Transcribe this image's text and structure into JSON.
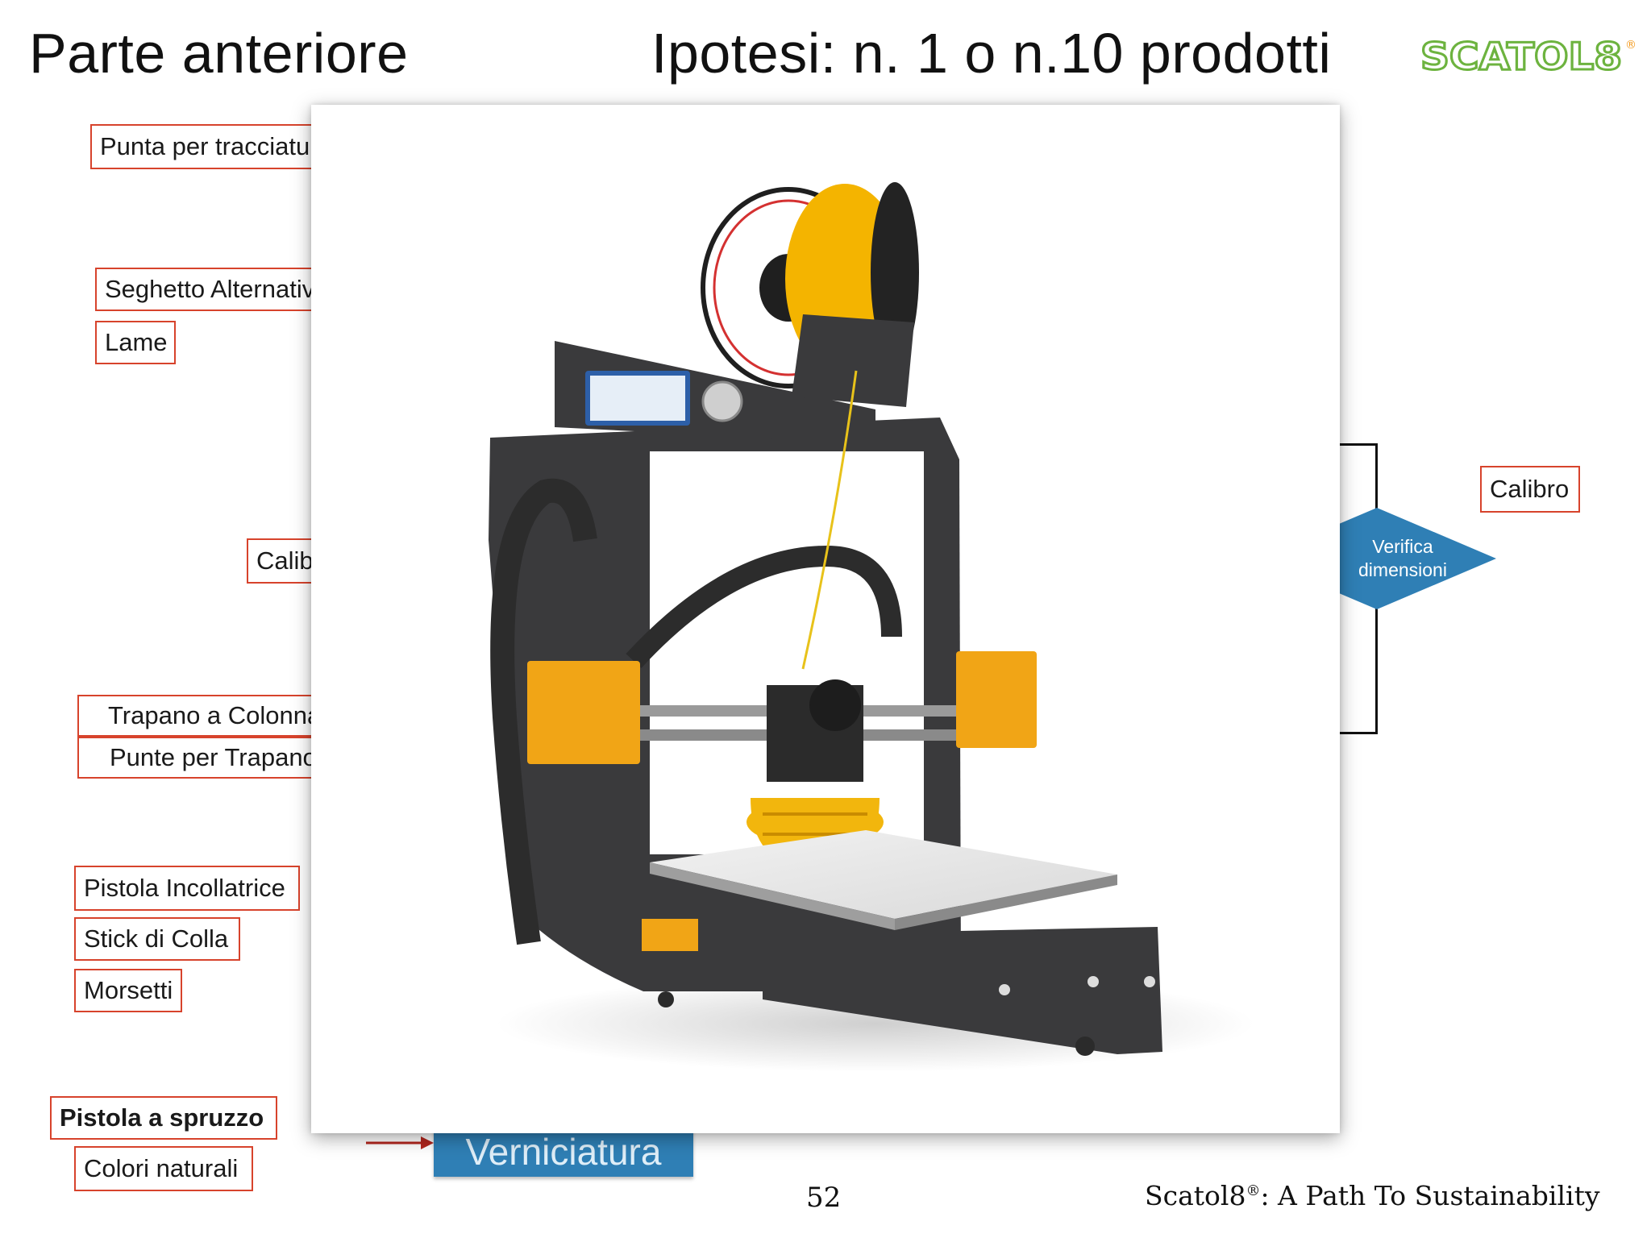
{
  "slide": {
    "title_left": "Parte anteriore",
    "title_right": "Ipotesi: n. 1 o n.10 prodotti",
    "logo_text": "SCATOL8",
    "logo_mark": "®",
    "page_number": "52",
    "footer_brand": "Scatol8",
    "footer_mark": "®",
    "footer_rest": ": A Path To Sustainability"
  },
  "tools": {
    "punta": "Punta per tracciatura",
    "seghetto": "Seghetto Alternativo",
    "lame": "Lame",
    "calibro_left": "Calibro",
    "trapano": "Trapano a Colonna",
    "punte": "Punte per Trapano",
    "pistola_incollatrice": "Pistola Incollatrice",
    "stick": "Stick di Colla",
    "morsetti": "Morsetti",
    "pistola_spruzzo": "Pistola a spruzzo",
    "colori": "Colori naturali",
    "calibro_right": "Calibro"
  },
  "flow": {
    "verifica_line1": "Verifica",
    "verifica_line2": "dimensioni",
    "verniciatura": "Verniciatura"
  },
  "colors": {
    "tag_border": "#d7432c",
    "diamond_fill": "#2f7fb5",
    "logo_green": "#6db33f",
    "logo_orange": "#f39a1e",
    "filament_yellow": "#f4b400",
    "printer_frame": "#3a3a3c"
  },
  "image": {
    "subject": "3D printer"
  }
}
